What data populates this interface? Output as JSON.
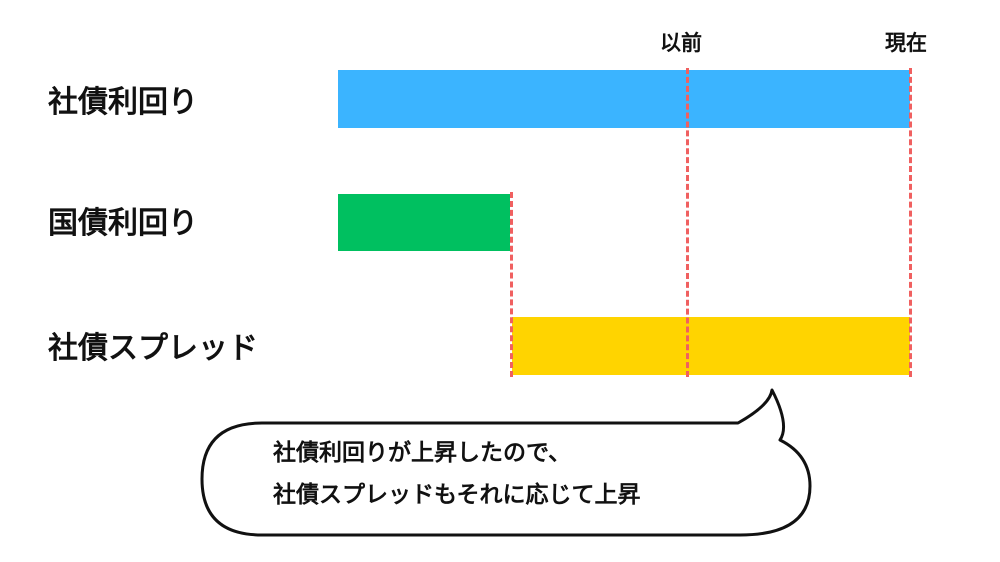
{
  "rows": {
    "corporate_yield": "社債利回り",
    "government_yield": "国債利回り",
    "spread": "社債スプレッド"
  },
  "time_markers": {
    "before": "以前",
    "now": "現在"
  },
  "colors": {
    "corporate_bar": "#3bb4ff",
    "government_bar": "#00c060",
    "spread_bar": "#ffd400",
    "marker_line": "#f06060",
    "bubble_border": "#111111"
  },
  "callout": {
    "line1": "社債利回りが上昇したので、",
    "line2": "社債スプレッドもそれに応じて上昇"
  }
}
